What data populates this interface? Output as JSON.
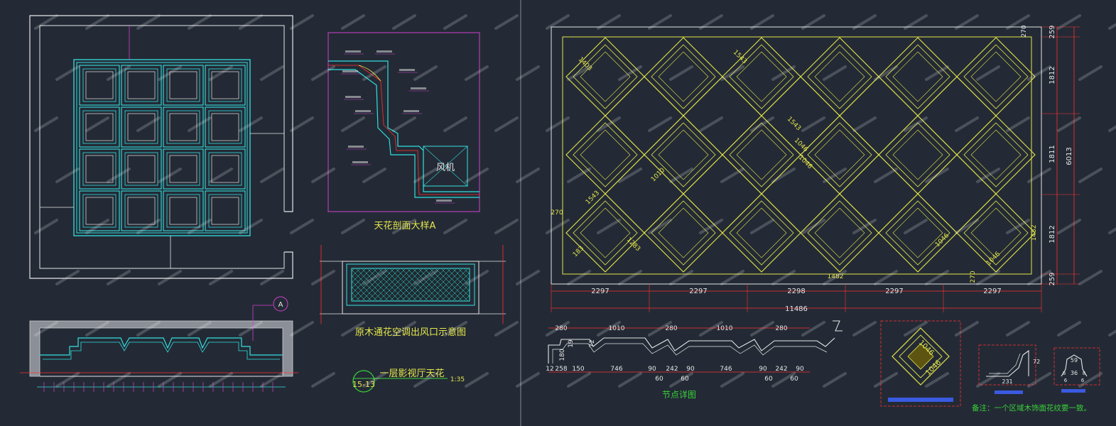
{
  "title_detail_a": "天花剖面大样A",
  "title_air_outlet": "原木通花空调出风口示意图",
  "title_ceiling_plan": "一层影视厅天花",
  "scale_text": "1:35",
  "drawing_number": "15-13",
  "section_marker": "A",
  "fan_label": "风机",
  "title_node_detail": "节点详图",
  "remark": "备注：一个区域木饰面花纹要一致。",
  "section_dims": {
    "bottom": [
      "2297",
      "2297",
      "2298",
      "2297",
      "2297"
    ],
    "total": "11486",
    "right": [
      "259",
      "1812",
      "1811",
      "1812",
      "259"
    ],
    "right_total": "6013",
    "top_right": "270"
  },
  "inner_labels": {
    "d1403": "1403",
    "d1543a": "1543",
    "d1543b": "1543",
    "d1543c": "1543",
    "d1010": "1010",
    "d1046a": "1046",
    "d1046b": "1046",
    "d1046c": "1046",
    "d1046d": "1046",
    "d1283": "1283",
    "d1482": "1482",
    "d1482v": "1482",
    "d270a": "270",
    "d270b": "270",
    "d183": "183"
  },
  "profile_dims": {
    "top": [
      "280",
      "1010",
      "280",
      "1010",
      "280"
    ],
    "bottom": [
      "258",
      "150",
      "746",
      "90",
      "242",
      "90",
      "746",
      "90",
      "242",
      "90"
    ],
    "sub": [
      "60",
      "60",
      "60",
      "60"
    ],
    "left": [
      "19",
      "180",
      "72",
      "12"
    ],
    "side": "12"
  },
  "detail_small": {
    "d1046a": "1046",
    "d1046b": "1046",
    "d231": "231",
    "d72": "72",
    "d36": "36",
    "d8a": "8",
    "d8b": "8",
    "d6a": "6",
    "d6b": "6",
    "d59": "59"
  },
  "colors": {
    "background": "#232a35",
    "cyan": "#33e0e0",
    "yellow": "#e6e64a",
    "red": "#ff3030",
    "magenta": "#d040d0",
    "white": "#e6e6e6",
    "green": "#3ad03a",
    "blue": "#3a5ae0"
  }
}
